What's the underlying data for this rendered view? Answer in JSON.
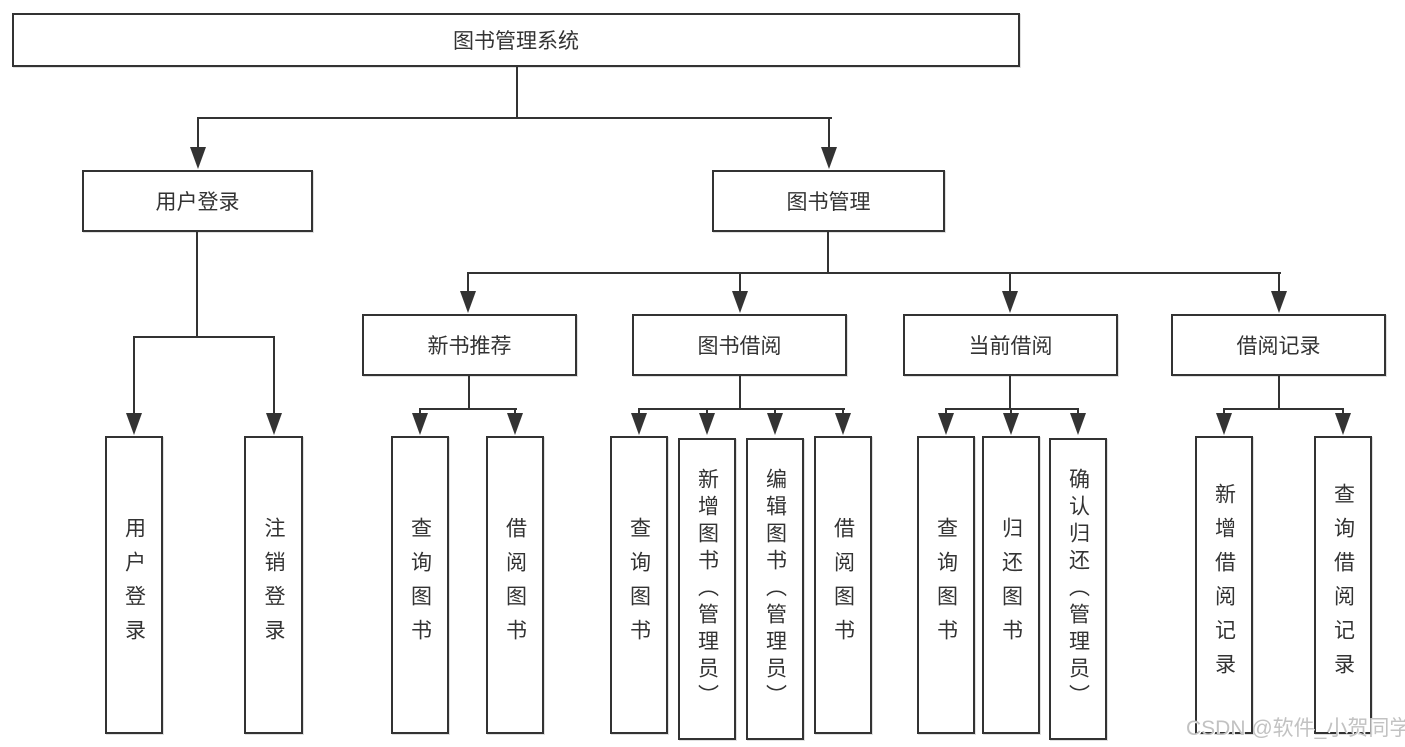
{
  "title": "图书管理系统",
  "watermark": "CSDN @软件_小贺同学",
  "colors": {
    "line": "#333333",
    "text": "#333333",
    "background": "#ffffff",
    "watermark": "#c2c2c2"
  },
  "nodes": {
    "root": {
      "label": "图书管理系统"
    },
    "user_login": {
      "label": "用户登录"
    },
    "book_mgmt": {
      "label": "图书管理"
    },
    "new_book_rec": {
      "label": "新书推荐"
    },
    "book_borrow": {
      "label": "图书借阅"
    },
    "current_borrow": {
      "label": "当前借阅"
    },
    "borrow_record": {
      "label": "借阅记录"
    },
    "user_login_children": [
      {
        "label": "用户登录"
      },
      {
        "label": "注销登录"
      }
    ],
    "new_book_children": [
      {
        "label": "查询图书"
      },
      {
        "label": "借阅图书"
      }
    ],
    "book_borrow_children": [
      {
        "label": "查询图书"
      },
      {
        "label": "新增图书（管理员）"
      },
      {
        "label": "编辑图书（管理员）"
      },
      {
        "label": "借阅图书"
      }
    ],
    "current_borrow_children": [
      {
        "label": "查询图书"
      },
      {
        "label": "归还图书"
      },
      {
        "label": "确认归还（管理员）"
      }
    ],
    "borrow_record_children": [
      {
        "label": "新增借阅记录"
      },
      {
        "label": "查询借阅记录"
      }
    ]
  }
}
